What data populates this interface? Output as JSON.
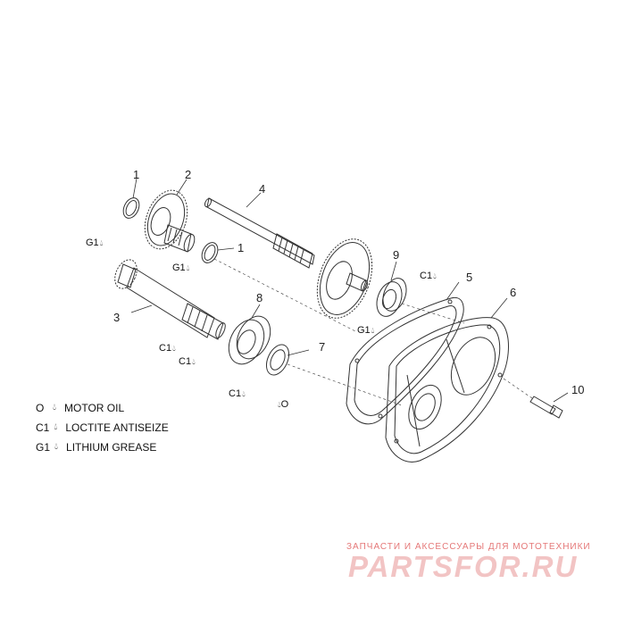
{
  "callouts": {
    "c1a": "1",
    "c2": "2",
    "c4": "4",
    "c1b": "1",
    "c9": "9",
    "c5": "5",
    "c6": "6",
    "c3": "3",
    "c8": "8",
    "c7": "7",
    "c10": "10"
  },
  "lube_marks": {
    "g1_gear": "G1",
    "g1_shaft": "G1",
    "g1_bearing9": "G1",
    "c1_bearing9": "C1",
    "c1_shaft_a": "C1",
    "c1_shaft_b": "C1",
    "c1_bearing8": "C1",
    "o_seal7": "O"
  },
  "legend": [
    {
      "code": "O",
      "label": "MOTOR OIL"
    },
    {
      "code": "C1",
      "label": "LOCTITE ANTISEIZE"
    },
    {
      "code": "G1",
      "label": "LITHIUM GREASE"
    }
  ],
  "watermark": {
    "tagline": "ЗАПЧАСТИ И АКСЕССУАРЫ ДЛЯ МОТОТЕХНИКИ",
    "logo": "PARTSFOR.RU"
  },
  "icons": {
    "drop": "droplet-icon"
  },
  "colors": {
    "line": "#333333",
    "watermark": "#e57878"
  }
}
